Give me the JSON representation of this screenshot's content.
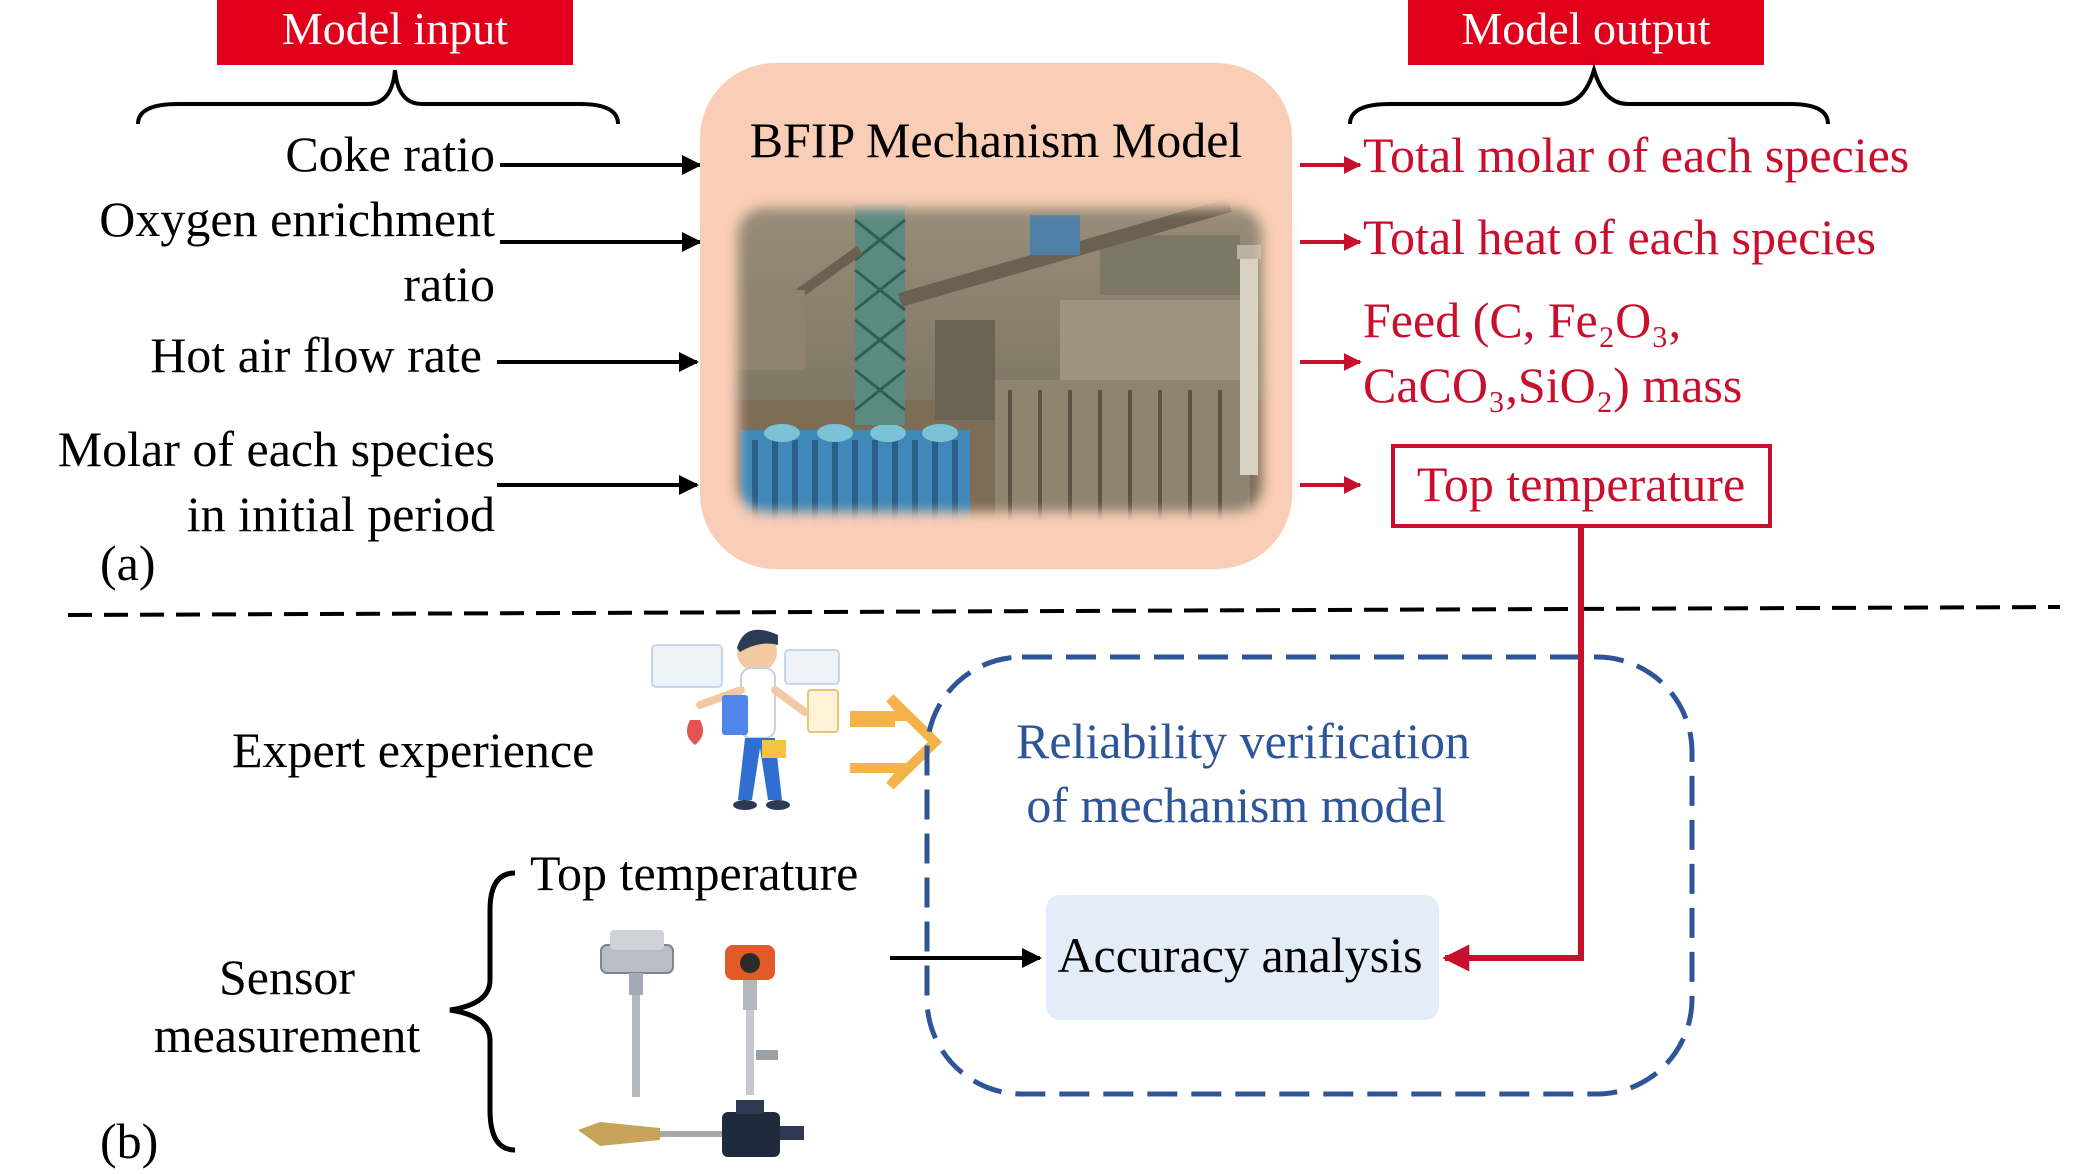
{
  "panel_a": {
    "input_header": "Model input",
    "output_header": "Model output",
    "model_title": "BFIP Mechanism Model",
    "inputs": {
      "coke": "Coke ratio",
      "oxygen_l1": "Oxygen enrichment",
      "oxygen_l2": "ratio",
      "hot_air": "Hot air flow rate",
      "molar_l1": "Molar of each species",
      "molar_l2": "in initial period"
    },
    "outputs": {
      "total_molar": "Total molar of each species",
      "total_heat": "Total heat of each species",
      "feed_line1": "Feed (C, Fe₂O₃,",
      "feed_line2": "CaCO₃,SiO₂) mass",
      "top_temperature": "Top temperature"
    },
    "label": "(a)"
  },
  "panel_b": {
    "expert_experience": "Expert experience",
    "reliability_l1": "Reliability verification",
    "reliability_l2": "of mechanism model",
    "top_temperature": "Top temperature",
    "sensor_l1": "Sensor",
    "sensor_l2": "measurement",
    "accuracy_analysis": "Accuracy analysis",
    "label": "(b)"
  },
  "colors": {
    "accent_red": "#c8102e",
    "header_red": "#e0001b",
    "model_box_fill": "#f9cdb6",
    "dashed_blue": "#2e5597",
    "reliability_text": "#2e5597",
    "accuracy_box": "#e3ecf7",
    "arrow_orange": "#f4b24a"
  },
  "icons": {
    "plant_photo": "blast-furnace-plant-photo",
    "expert": "expert-person-illustration",
    "sensors": [
      "thermocouple-icon",
      "flow-meter-icon",
      "level-gauge-icon"
    ]
  }
}
